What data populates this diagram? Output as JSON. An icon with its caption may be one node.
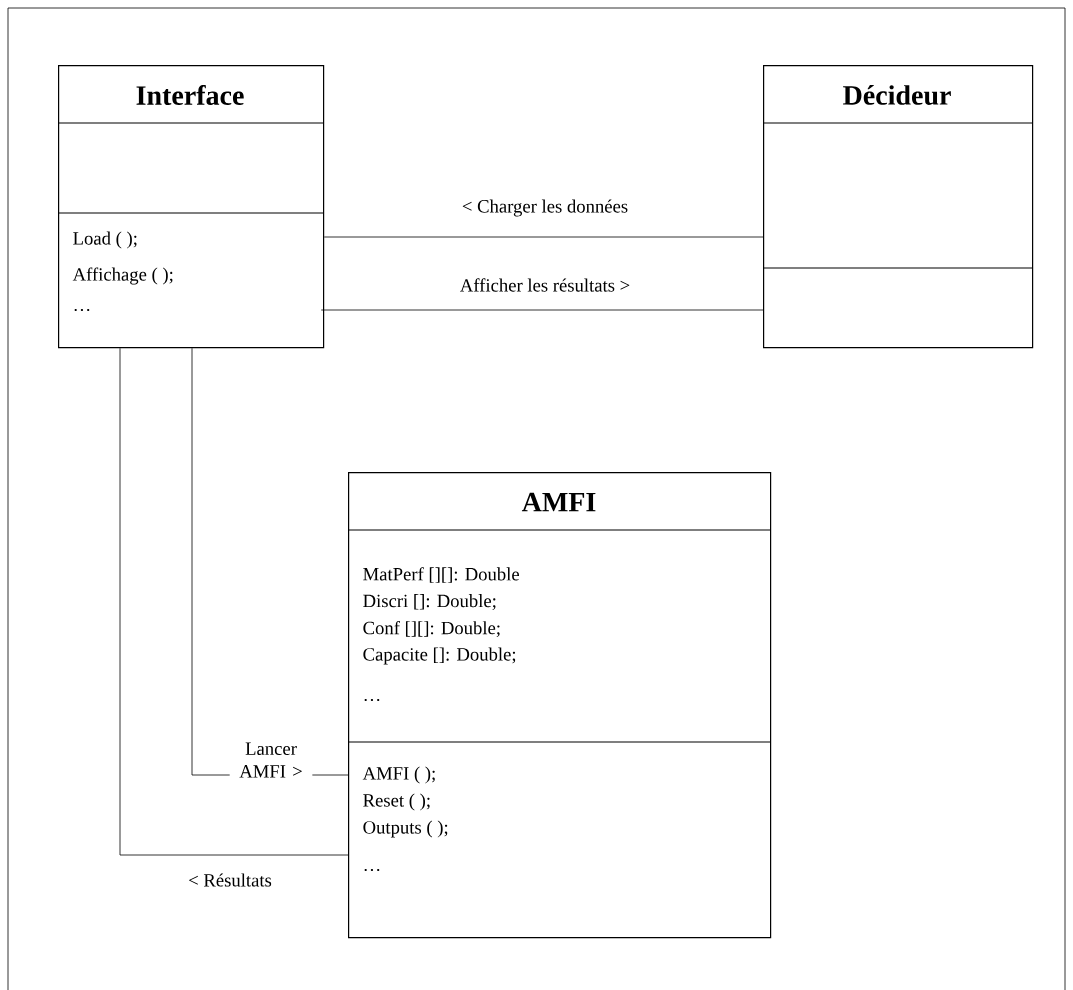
{
  "diagram": {
    "nodes": [
      {
        "text": [
          "Interface",
          "Load ( );",
          "Affichage ( );",
          "…"
        ]
      },
      {
        "text": [
          "Décideur"
        ]
      },
      {
        "text": [
          "AMFI",
          "MatPerf [][]: Double",
          "Discri []: Double;",
          "Conf [][]: Double;",
          "Capacite []: Double;",
          "…",
          "AMFI ( );",
          "Reset ( );",
          "Outputs ( );",
          "…"
        ]
      }
    ],
    "edges": [
      {
        "from": 0,
        "to": 1,
        "arrow": "none",
        "label": "< Charger les données"
      },
      {
        "from": 0,
        "to": 1,
        "arrow": "none",
        "label": "Afficher les résultats >"
      },
      {
        "from": 0,
        "to": 2,
        "arrow": "none",
        "label": "Lancer AMFI >"
      },
      {
        "from": 0,
        "to": 2,
        "arrow": "none",
        "label": "< Résultats"
      }
    ]
  }
}
